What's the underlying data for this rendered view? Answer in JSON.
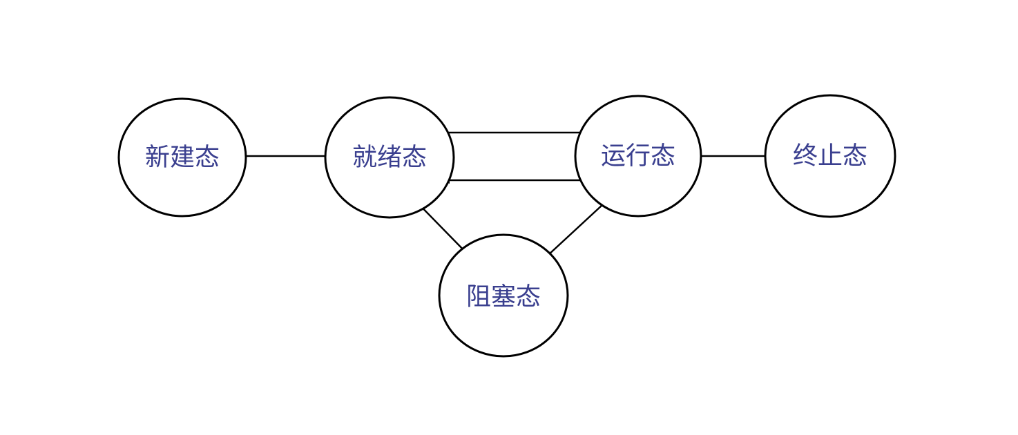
{
  "colors": {
    "label_text": "#3a3f8f",
    "stroke": "#000000",
    "background": "#ffffff"
  },
  "states": {
    "new": "新建态",
    "ready": "就绪态",
    "running": "运行态",
    "terminated": "终止态",
    "blocked": "阻塞态"
  },
  "transitions": [
    {
      "from": "new",
      "to": "ready"
    },
    {
      "from": "ready",
      "to": "running"
    },
    {
      "from": "running",
      "to": "ready"
    },
    {
      "from": "running",
      "to": "terminated"
    },
    {
      "from": "running",
      "to": "blocked"
    },
    {
      "from": "blocked",
      "to": "ready"
    }
  ]
}
